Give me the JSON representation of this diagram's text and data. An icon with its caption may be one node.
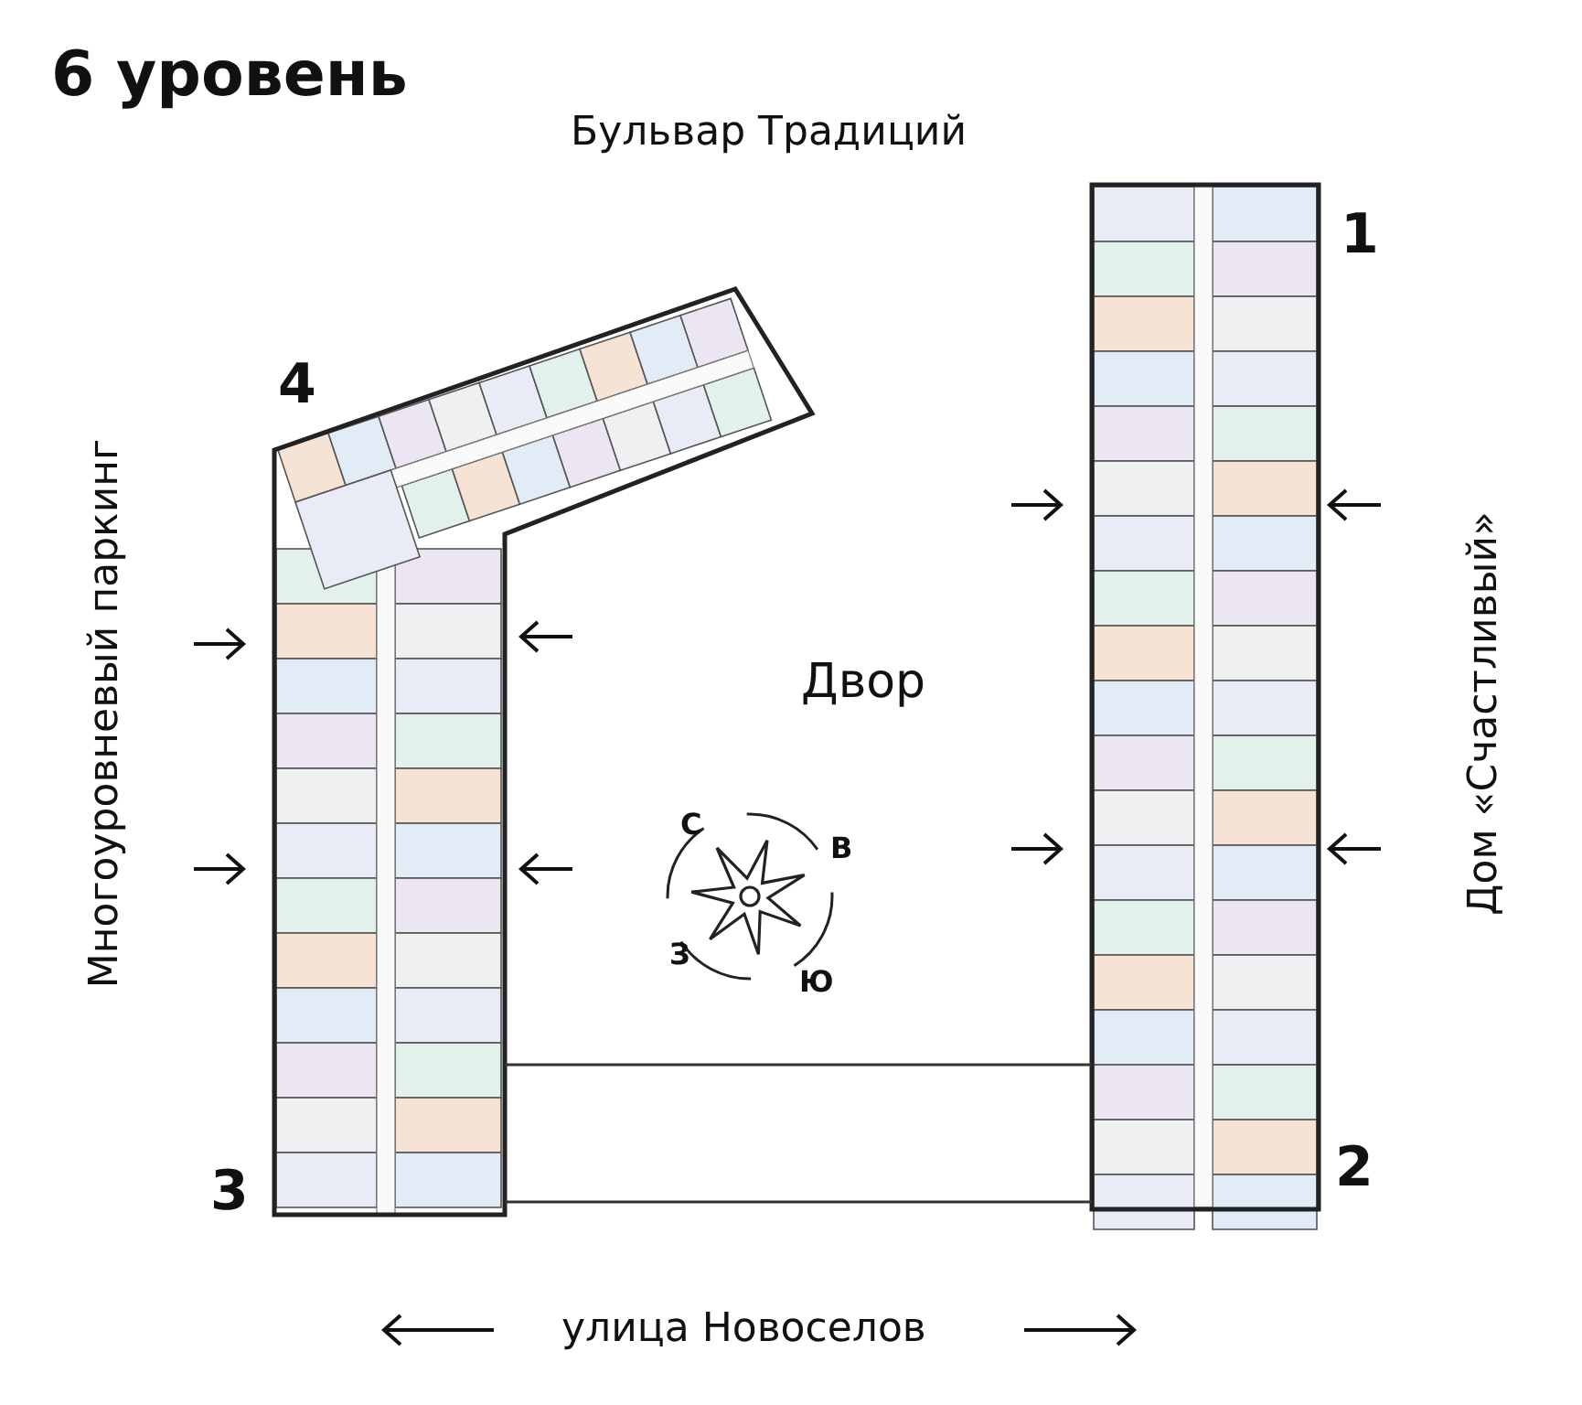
{
  "diagram": {
    "title": "6 уровень",
    "labels": [
      "Бульвар Традиций",
      "1",
      "4",
      "Многоуровневый паркинг",
      "Дом «Счастливый»",
      "Двор",
      "С",
      "В",
      "З",
      "Ю",
      "3",
      "2",
      "улица Новоселов"
    ]
  }
}
